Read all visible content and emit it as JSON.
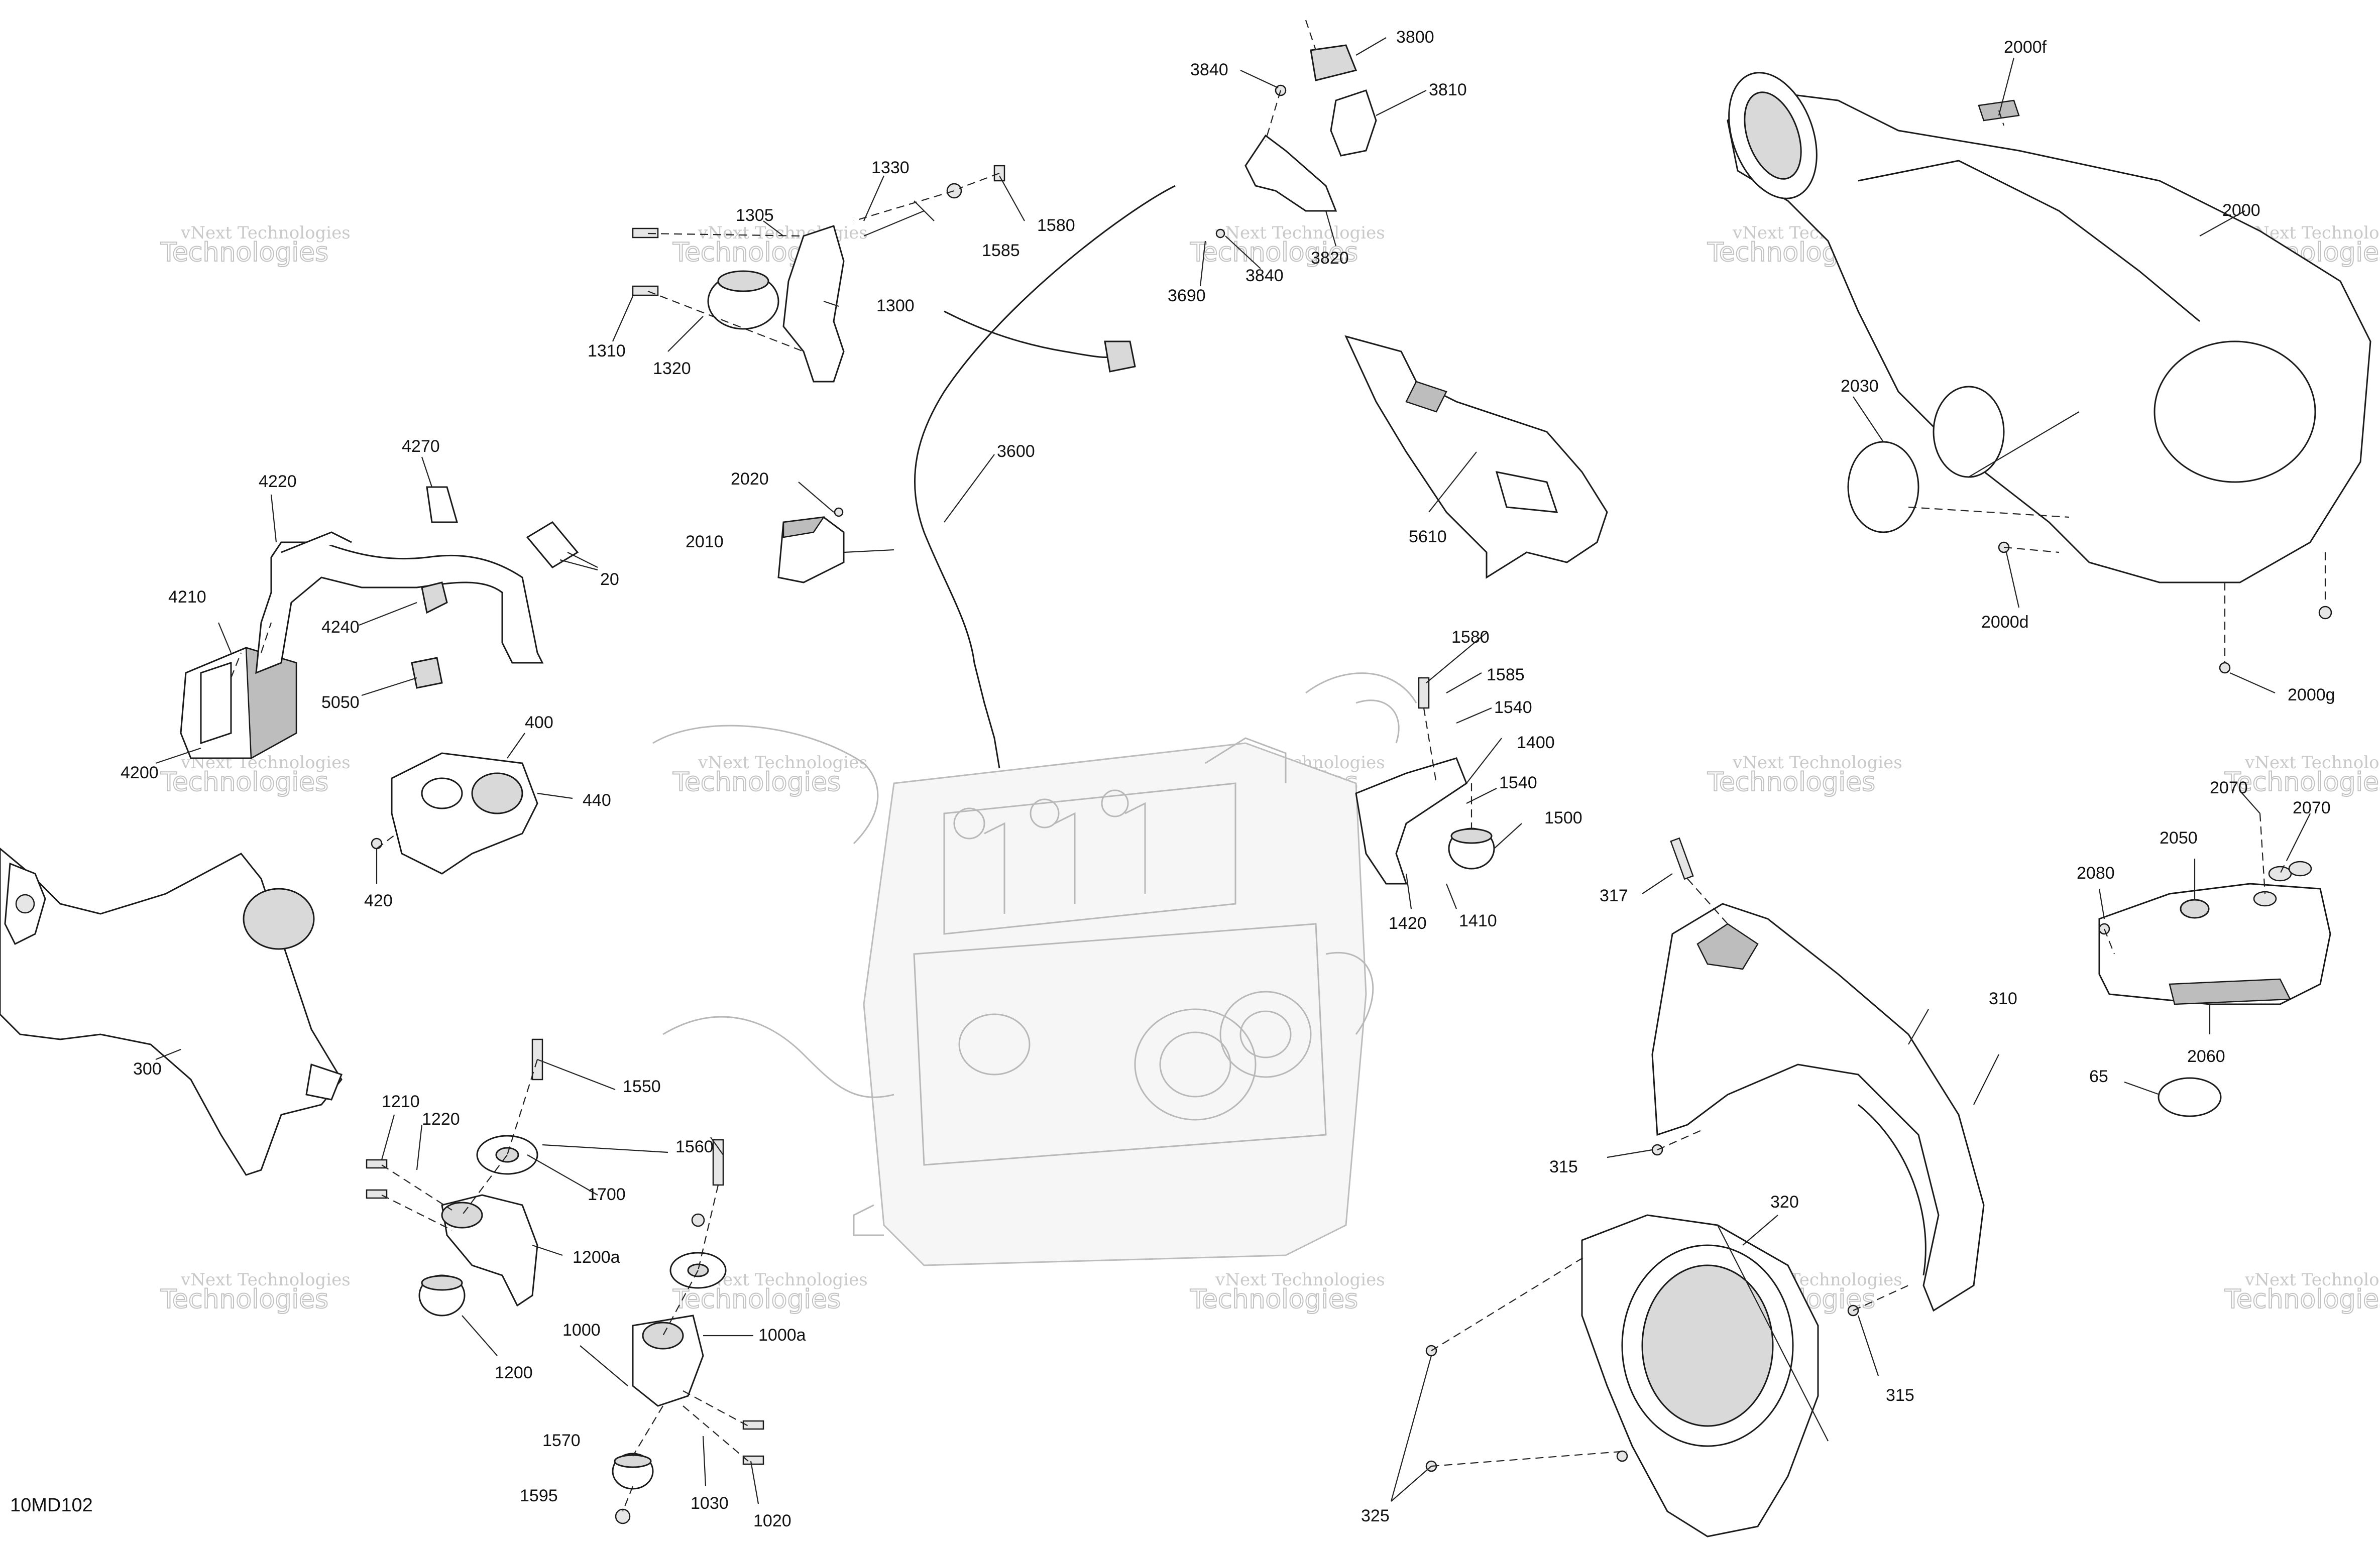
{
  "diagram": {
    "code": "10MD102",
    "watermark_line1": "vNext Technologies",
    "watermark_line2": "Technologies",
    "labels": {
      "p20": "20",
      "p65": "65",
      "p300": "300",
      "p310": "310",
      "p315a": "315",
      "p315b": "315",
      "p317": "317",
      "p320": "320",
      "p325": "325",
      "p400": "400",
      "p420": "420",
      "p440": "440",
      "p1000": "1000",
      "p1000a": "1000a",
      "p1020": "1020",
      "p1030": "1030",
      "p1200": "1200",
      "p1200a": "1200a",
      "p1210": "1210",
      "p1220": "1220",
      "p1300": "1300",
      "p1305": "1305",
      "p1310": "1310",
      "p1320": "1320",
      "p1330": "1330",
      "p1400": "1400",
      "p1410": "1410",
      "p1420": "1420",
      "p1500": "1500",
      "p1540a": "1540",
      "p1540b": "1540",
      "p1550": "1550",
      "p1560": "1560",
      "p1570": "1570",
      "p1580a": "1580",
      "p1580b": "1580",
      "p1585a": "1585",
      "p1585b": "1585",
      "p1595": "1595",
      "p1700": "1700",
      "p2000": "2000",
      "p2000d": "2000d",
      "p2000f": "2000f",
      "p2000g": "2000g",
      "p2010": "2010",
      "p2020": "2020",
      "p2030": "2030",
      "p2050": "2050",
      "p2060": "2060",
      "p2070a": "2070",
      "p2070b": "2070",
      "p2080": "2080",
      "p3600": "3600",
      "p3690": "3690",
      "p3800": "3800",
      "p3810": "3810",
      "p3820": "3820",
      "p3840a": "3840",
      "p3840b": "3840",
      "p4200": "4200",
      "p4210": "4210",
      "p4220": "4220",
      "p4240": "4240",
      "p4270": "4270",
      "p5050": "5050",
      "p5610": "5610"
    }
  }
}
